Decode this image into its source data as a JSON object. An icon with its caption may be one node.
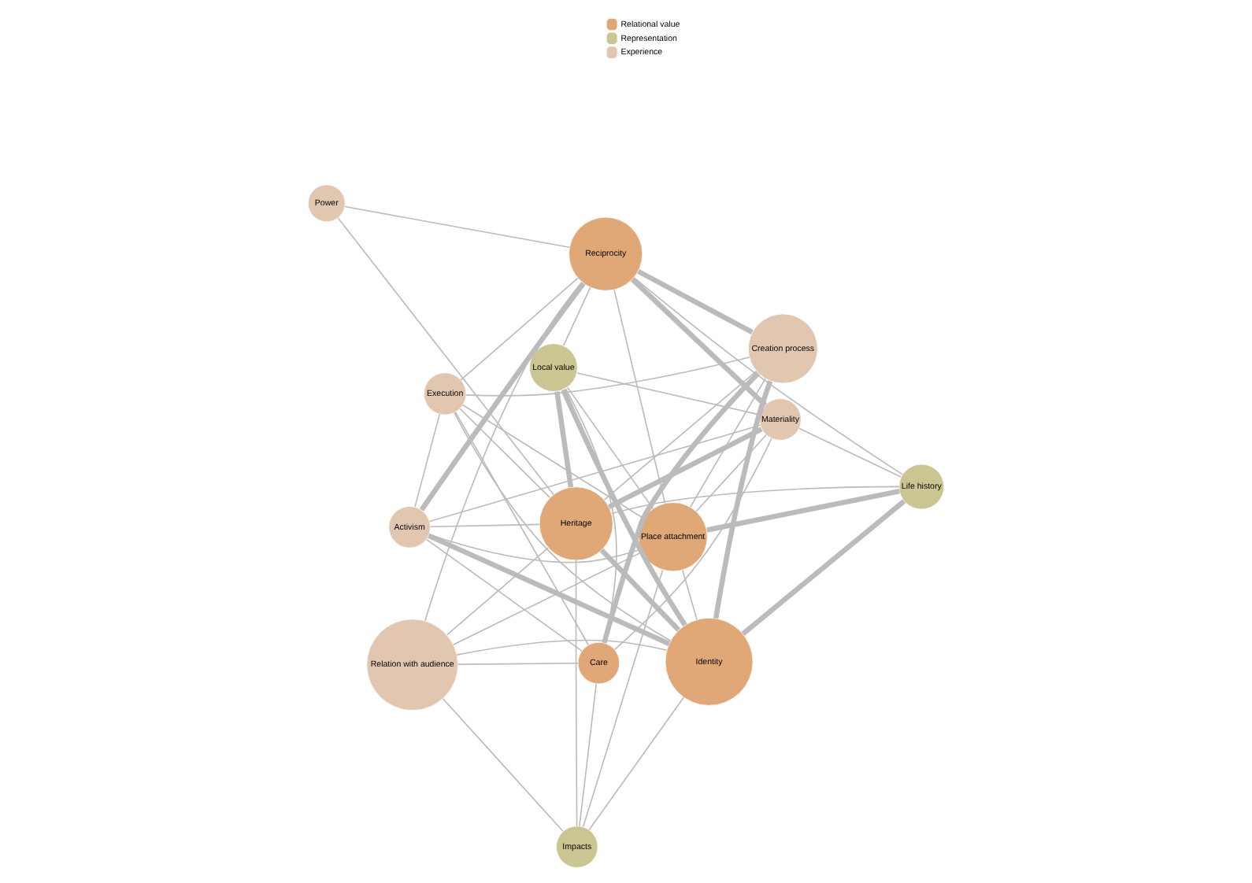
{
  "diagram": {
    "nodes": [
      {
        "text": [
          "Heritage"
        ]
      },
      {
        "text": [
          "Life history"
        ]
      },
      {
        "text": [
          "Reciprocity"
        ]
      },
      {
        "text": [
          "Power"
        ]
      },
      {
        "text": [
          "Materiality"
        ]
      },
      {
        "text": [
          "Local value"
        ]
      },
      {
        "text": [
          "Activism"
        ]
      },
      {
        "text": [
          "Place attachment"
        ]
      },
      {
        "text": [
          "Relation with audience"
        ]
      },
      {
        "text": [
          "Identity"
        ]
      },
      {
        "text": [
          "Impacts"
        ]
      },
      {
        "text": [
          "Execution"
        ]
      },
      {
        "text": [
          "Creation process"
        ]
      },
      {
        "text": [
          "Care"
        ]
      }
    ],
    "edges": [
      {
        "from": 0,
        "to": 1,
        "arrow": "none"
      },
      {
        "from": 0,
        "to": 3,
        "arrow": "none"
      },
      {
        "from": 0,
        "to": 5,
        "arrow": "none",
        "style": "thick"
      },
      {
        "from": 0,
        "to": 4,
        "arrow": "none",
        "style": "thick"
      },
      {
        "from": 0,
        "to": 9,
        "arrow": "none",
        "style": "thick"
      },
      {
        "from": 0,
        "to": 6,
        "arrow": "none"
      },
      {
        "from": 0,
        "to": 11,
        "arrow": "none"
      },
      {
        "from": 0,
        "to": 8,
        "arrow": "none"
      },
      {
        "from": 0,
        "to": 10,
        "arrow": "none"
      },
      {
        "from": 0,
        "to": 12,
        "arrow": "none"
      },
      {
        "from": 1,
        "to": 2,
        "arrow": "none"
      },
      {
        "from": 1,
        "to": 7,
        "arrow": "none",
        "style": "thick"
      },
      {
        "from": 1,
        "to": 4,
        "arrow": "none"
      },
      {
        "from": 1,
        "to": 9,
        "arrow": "none",
        "style": "thick"
      },
      {
        "from": 2,
        "to": 3,
        "arrow": "none"
      },
      {
        "from": 2,
        "to": 4,
        "arrow": "none",
        "style": "thick"
      },
      {
        "from": 2,
        "to": 5,
        "arrow": "none"
      },
      {
        "from": 2,
        "to": 7,
        "arrow": "none"
      },
      {
        "from": 2,
        "to": 6,
        "arrow": "none",
        "style": "thick"
      },
      {
        "from": 2,
        "to": 12,
        "arrow": "none",
        "style": "thick"
      },
      {
        "from": 2,
        "to": 11,
        "arrow": "none"
      },
      {
        "from": 2,
        "to": 8,
        "arrow": "none"
      },
      {
        "from": 5,
        "to": 9,
        "arrow": "none",
        "style": "thick"
      },
      {
        "from": 5,
        "to": 13,
        "arrow": "none"
      },
      {
        "from": 5,
        "to": 4,
        "arrow": "none"
      },
      {
        "from": 7,
        "to": 5,
        "arrow": "none"
      },
      {
        "from": 7,
        "to": 4,
        "arrow": "none"
      },
      {
        "from": 7,
        "to": 6,
        "arrow": "none"
      },
      {
        "from": 7,
        "to": 9,
        "arrow": "none"
      },
      {
        "from": 7,
        "to": 8,
        "arrow": "none"
      },
      {
        "from": 7,
        "to": 10,
        "arrow": "none"
      },
      {
        "from": 7,
        "to": 12,
        "arrow": "none"
      },
      {
        "from": 7,
        "to": 11,
        "arrow": "none"
      },
      {
        "from": 4,
        "to": 13,
        "arrow": "none"
      },
      {
        "from": 4,
        "to": 6,
        "arrow": "none"
      },
      {
        "from": 6,
        "to": 9,
        "arrow": "none",
        "style": "thick"
      },
      {
        "from": 6,
        "to": 13,
        "arrow": "none"
      },
      {
        "from": 6,
        "to": 11,
        "arrow": "none"
      },
      {
        "from": 8,
        "to": 13,
        "arrow": "none"
      },
      {
        "from": 8,
        "to": 9,
        "arrow": "none"
      },
      {
        "from": 8,
        "to": 10,
        "arrow": "none"
      },
      {
        "from": 9,
        "to": 10,
        "arrow": "none"
      },
      {
        "from": 9,
        "to": 11,
        "arrow": "none"
      },
      {
        "from": 9,
        "to": 12,
        "arrow": "none",
        "style": "thick"
      },
      {
        "from": 10,
        "to": 13,
        "arrow": "none"
      },
      {
        "from": 11,
        "to": 13,
        "arrow": "none"
      },
      {
        "from": 11,
        "to": 12,
        "arrow": "none"
      },
      {
        "from": 13,
        "to": 12,
        "arrow": "none",
        "style": "thick"
      }
    ],
    "legend": [
      {
        "text": "Relational value",
        "color": "#e0a877"
      },
      {
        "text": "Representation",
        "color": "#cbc591"
      },
      {
        "text": "Experience",
        "color": "#e2c7b0"
      }
    ]
  }
}
